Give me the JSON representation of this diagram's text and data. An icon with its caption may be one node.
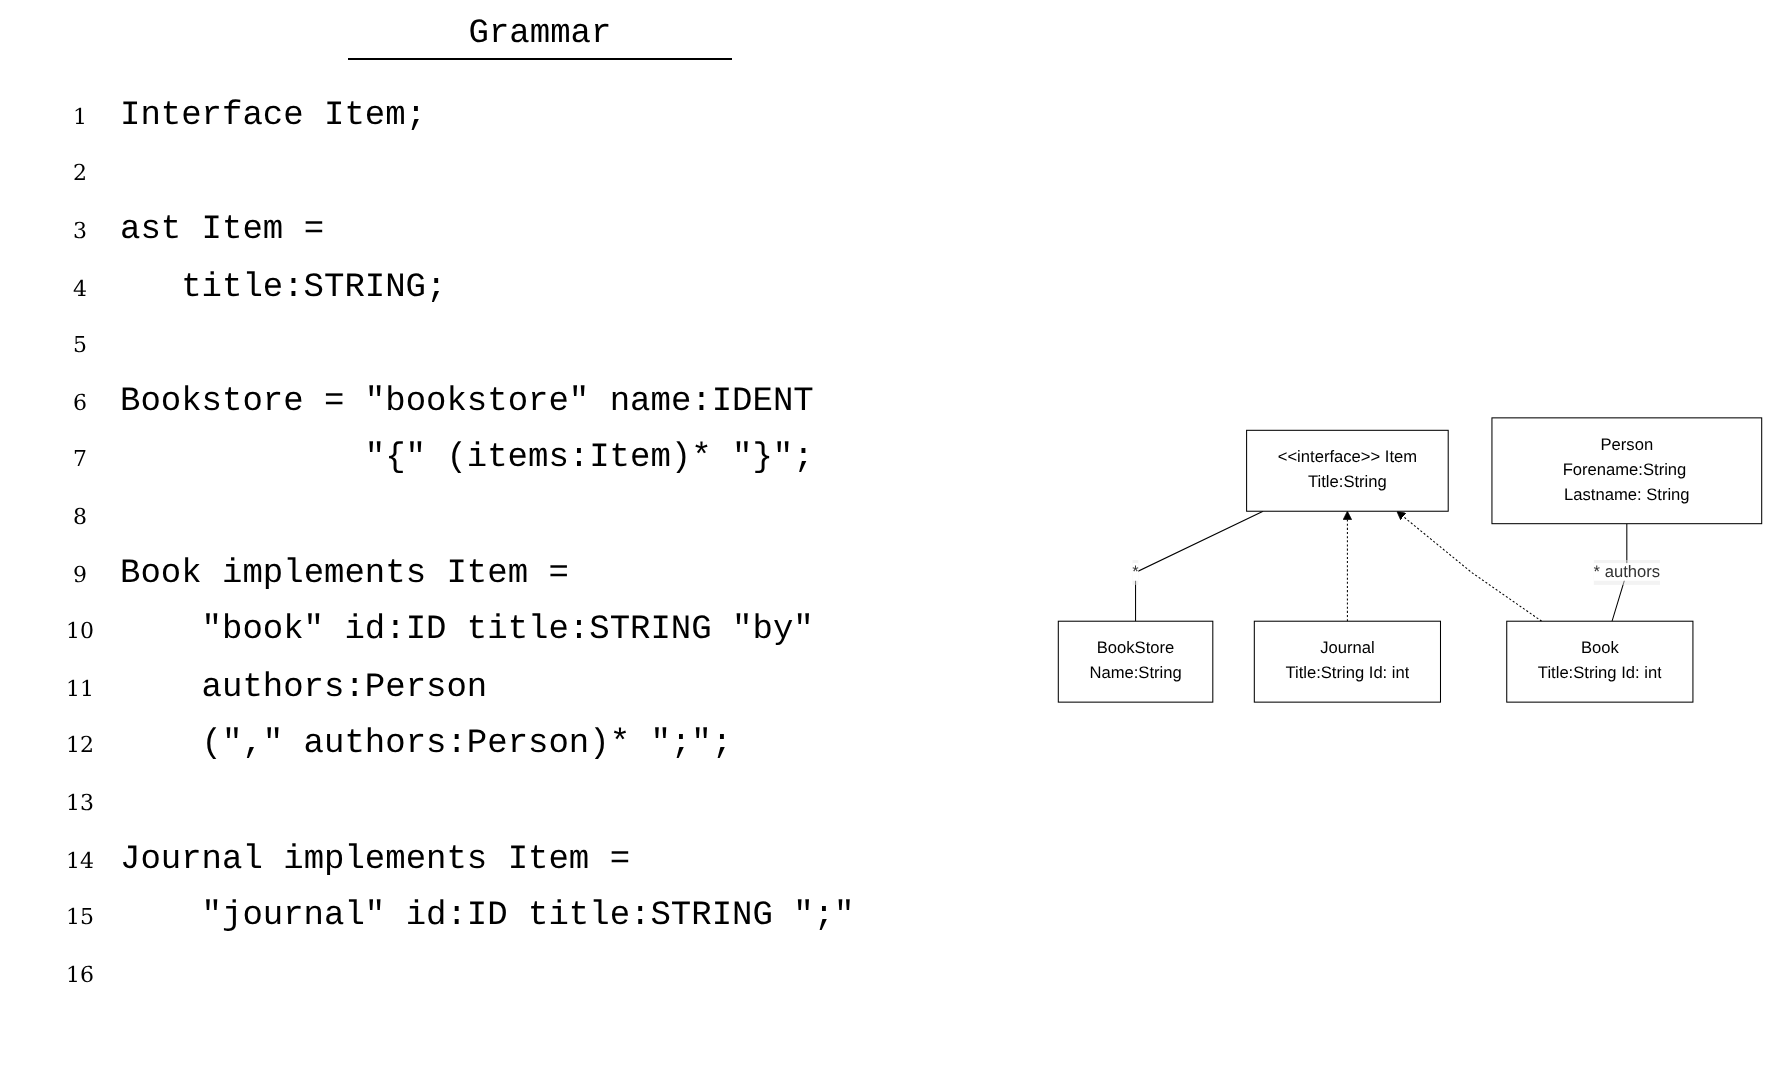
{
  "diagram": {
    "title": "Grammar",
    "nodes": [
      {
        "text": [
          "BookStore",
          "Name:String"
        ]
      },
      {
        "text": [
          "<<interface>> Item",
          "Title:String"
        ]
      },
      {
        "text": [
          "Journal",
          "Title:String Id: int"
        ]
      },
      {
        "text": [
          "Book",
          "Title:String Id: int"
        ]
      },
      {
        "text": [
          "Person",
          "Forename:String Lastname: String"
        ]
      }
    ],
    "edges": [
      {
        "from": 0,
        "to": 1,
        "arrow": "other",
        "label": "*"
      },
      {
        "from": 2,
        "to": 1,
        "arrow": "to",
        "style": "dashed"
      },
      {
        "from": 3,
        "to": 1,
        "arrow": "to",
        "style": "dashed"
      },
      {
        "from": 3,
        "to": 4,
        "arrow": "other",
        "label": "* authors"
      }
    ],
    "labels": [
      "1",
      "Interface Item;",
      "2",
      "3",
      "ast Item =",
      "4",
      "title:STRING;",
      "5",
      "6",
      "Bookstore = \"bookstore\" name:IDENT",
      "7",
      "\"{\" (items:Item)* \"}\";",
      "8",
      "9",
      "Book implements Item =",
      "10",
      "\"book\" id:ID title:STRING \"by\"",
      "11",
      "authors:Person",
      "12",
      "(\",\" authors:Person)* \";\";",
      "13",
      "14",
      "Journal implements Item =",
      "15",
      "\"journal\" id:ID title:STRING \";\"",
      "16"
    ]
  }
}
